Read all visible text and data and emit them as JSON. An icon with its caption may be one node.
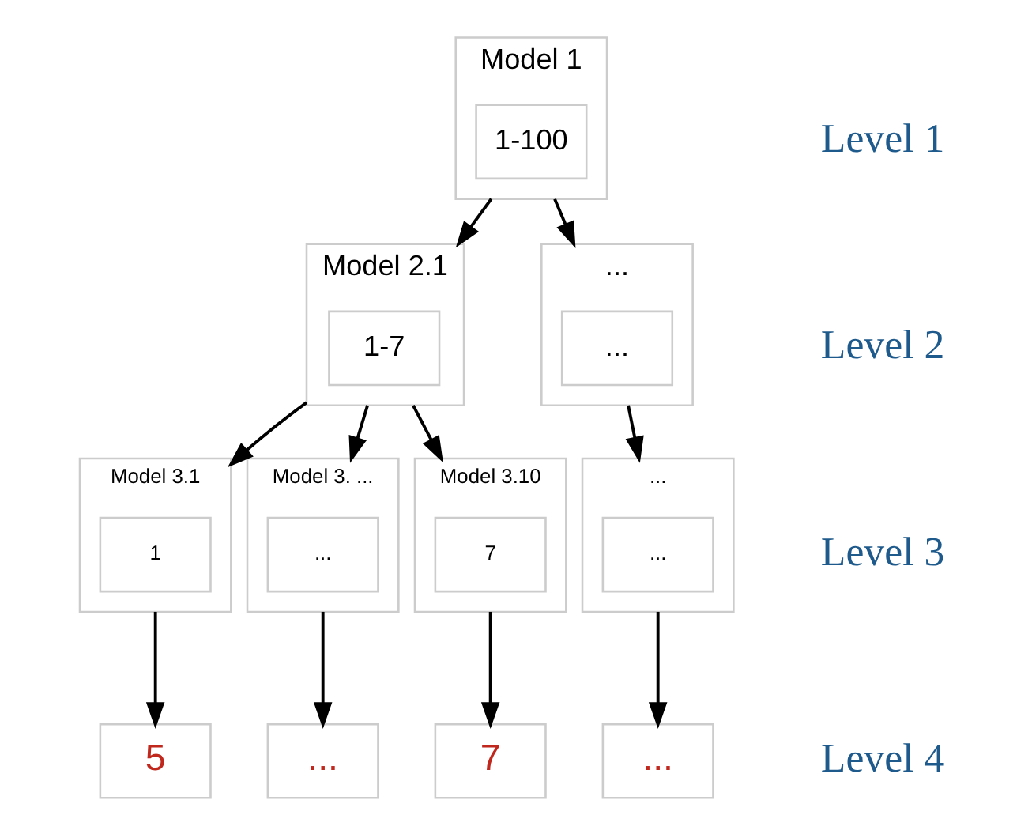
{
  "diagram": {
    "nodes": [
      {
        "text": [
          "Model 1"
        ]
      },
      {
        "text": [
          "1-100"
        ],
        "in": 0
      },
      {
        "text": [
          "Model 2.1"
        ]
      },
      {
        "text": [
          "1-7"
        ],
        "in": 2
      },
      {
        "text": [
          "..."
        ]
      },
      {
        "text": [
          "..."
        ],
        "in": 4
      },
      {
        "text": [
          "Model 3.1"
        ]
      },
      {
        "text": [
          "1"
        ],
        "in": 6
      },
      {
        "text": [
          "Model 3. ..."
        ]
      },
      {
        "text": [
          "..."
        ],
        "in": 8
      },
      {
        "text": [
          "Model 3.10"
        ]
      },
      {
        "text": [
          "7"
        ],
        "in": 10
      },
      {
        "text": [
          "..."
        ]
      },
      {
        "text": [
          "..."
        ],
        "in": 12
      },
      {
        "text": [
          "5"
        ]
      },
      {
        "text": [
          "..."
        ]
      },
      {
        "text": [
          "7"
        ]
      },
      {
        "text": [
          "..."
        ]
      }
    ],
    "edges": [
      {
        "from": 0,
        "to": 2,
        "arrow": "to"
      },
      {
        "from": 0,
        "to": 4,
        "arrow": "to"
      },
      {
        "from": 2,
        "to": 6,
        "arrow": "to"
      },
      {
        "from": 2,
        "to": 8,
        "arrow": "to"
      },
      {
        "from": 2,
        "to": 10,
        "arrow": "to"
      },
      {
        "from": 4,
        "to": 12,
        "arrow": "to"
      },
      {
        "from": 6,
        "to": 14,
        "arrow": "to"
      },
      {
        "from": 8,
        "to": 15,
        "arrow": "to"
      },
      {
        "from": 10,
        "to": 16,
        "arrow": "to"
      },
      {
        "from": 12,
        "to": 17,
        "arrow": "to"
      }
    ],
    "labels": [
      "Level 1",
      "Level 2",
      "Level 3",
      "Level 4"
    ]
  }
}
